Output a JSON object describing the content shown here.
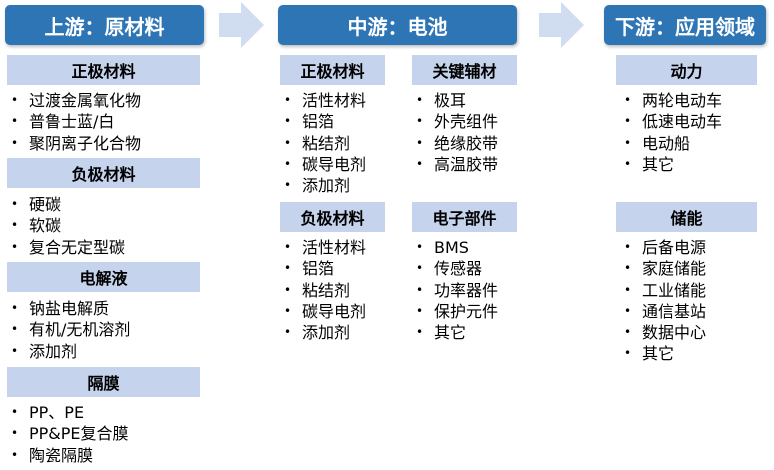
{
  "stages": [
    {
      "title": "上游：原材料"
    },
    {
      "title": "中游：电池"
    },
    {
      "title": "下游：应用领域"
    }
  ],
  "upstream": {
    "cathode": {
      "title": "正极材料",
      "items": [
        "过渡金属氧化物",
        "普鲁士蓝/白",
        "聚阴离子化合物"
      ]
    },
    "anode": {
      "title": "负极材料",
      "items": [
        "硬碳",
        "软碳",
        "复合无定型碳"
      ]
    },
    "electrolyte": {
      "title": "电解液",
      "items": [
        "钠盐电解质",
        "有机/无机溶剂",
        "添加剂"
      ]
    },
    "separator": {
      "title": "隔膜",
      "items": [
        "PP、PE",
        "PP&PE复合膜",
        "陶瓷隔膜"
      ]
    }
  },
  "midstream": {
    "cathode": {
      "title": "正极材料",
      "items": [
        "活性材料",
        "铝箔",
        "粘结剂",
        "碳导电剂",
        "添加剂"
      ]
    },
    "key_aux": {
      "title": "关键辅材",
      "items": [
        "极耳",
        "外壳组件",
        "绝缘胶带",
        "高温胶带"
      ]
    },
    "anode": {
      "title": "负极材料",
      "items": [
        "活性材料",
        "铝箔",
        "粘结剂",
        "碳导电剂",
        "添加剂"
      ]
    },
    "electronics": {
      "title": "电子部件",
      "items": [
        "BMS",
        "传感器",
        "功率器件",
        "保护元件",
        "其它"
      ]
    }
  },
  "downstream": {
    "power": {
      "title": "动力",
      "items": [
        "两轮电动车",
        "低速电动车",
        "电动船",
        "其它"
      ]
    },
    "storage": {
      "title": "储能",
      "items": [
        "后备电源",
        "家庭储能",
        "工业储能",
        "通信基站",
        "数据中心",
        "其它"
      ]
    }
  },
  "colors": {
    "stage_header": "#2e75b6",
    "sub_header": "#c5d3ec",
    "arrow": "#d0dcef"
  },
  "bullet_char": "•"
}
